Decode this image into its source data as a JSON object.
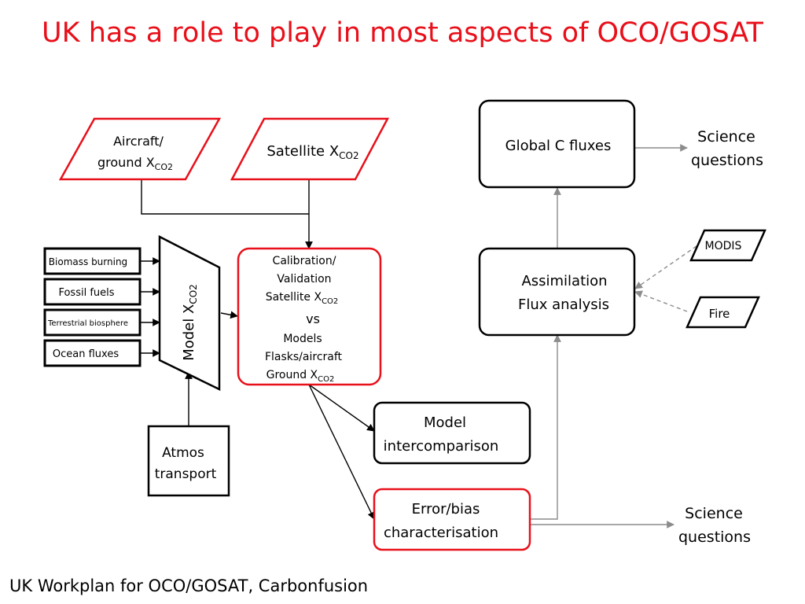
{
  "slide": {
    "title": "UK has a role to play in most aspects of OCO/GOSAT",
    "footer": "UK Workplan for OCO/GOSAT, Carbonfusion"
  },
  "diagram": {
    "aircraft_line1": "Aircraft/",
    "aircraft_line2": "ground X",
    "aircraft_sub": "CO2",
    "satellite_main": "Satellite X",
    "satellite_sub": "CO2",
    "sources": [
      "Biomass burning",
      "Fossil fuels",
      "Terrestrial biosphere",
      "Ocean fluxes"
    ],
    "model_main": "Model X",
    "model_sub": "CO2",
    "atmos_line1": "Atmos",
    "atmos_line2": "transport",
    "calval": {
      "l1": "Calibration/",
      "l2": "Validation",
      "l3": "Satellite X",
      "l3_sub": "CO2",
      "l4": "vs",
      "l5": "Models",
      "l6": "Flasks/aircraft",
      "l7": "Ground X",
      "l7_sub": "CO2"
    },
    "model_intercomparison": [
      "Model",
      "intercomparison"
    ],
    "error_bias": [
      "Error/bias",
      "characterisation"
    ],
    "assimilation": [
      "Assimilation",
      "Flux analysis"
    ],
    "global_fluxes": "Global C fluxes",
    "modis": "MODIS",
    "fire": "Fire",
    "science_top": [
      "Science",
      "questions"
    ],
    "science_bottom": [
      "Science",
      "questions"
    ]
  },
  "colors": {
    "accent_red": "#e8101a",
    "arrow_gray": "#8c8c8c"
  }
}
